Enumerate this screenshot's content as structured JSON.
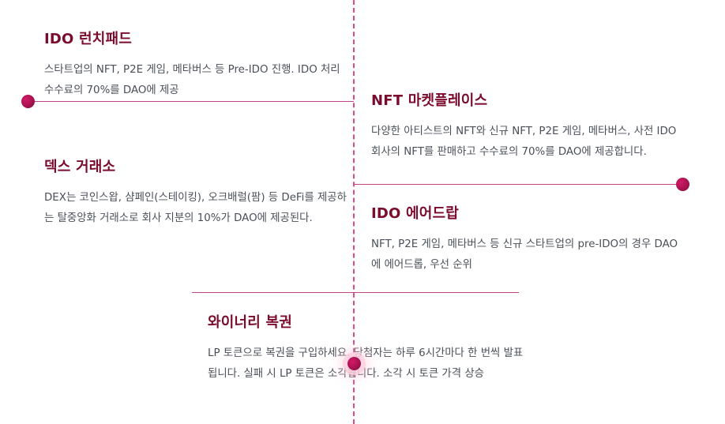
{
  "colors": {
    "title": "#7a0b2c",
    "body_text": "#4a4f57",
    "axis": "#e24b86",
    "connector": "#c2448a",
    "dot": "#a8124f"
  },
  "timeline": {
    "items": [
      {
        "title": "IDO 런치패드",
        "description": "스타트업의 NFT, P2E 게임, 메타버스 등 Pre-IDO 진행. IDO 처리 수수료의 70%를 DAO에 제공"
      },
      {
        "title": "NFT 마켓플레이스",
        "description": "다양한 아티스트의 NFT와 신규 NFT, P2E 게임, 메타버스, 사전 IDO 회사의 NFT를 판매하고 수수료의 70%를 DAO에 제공합니다."
      },
      {
        "title": "덱스 거래소",
        "description": "DEX는 코인스왑, 샴페인(스테이킹), 오크배럴(팜) 등 DeFi를 제공하는 탈중앙화 거래소로 회사 지분의 10%가 DAO에 제공된다."
      },
      {
        "title": "IDO 에어드랍",
        "description": "NFT, P2E 게임, 메타버스 등 신규 스타트업의 pre-IDO의 경우 DAO에 에어드롭, 우선 순위"
      },
      {
        "title": "와이너리 복권",
        "description": "LP 토큰으로 복권을 구입하세요. 당첨자는 하루 6시간마다 한 번씩 발표됩니다. 실패 시 LP 토큰은 소각됩니다. 소각 시 토큰 가격 상승"
      }
    ]
  }
}
